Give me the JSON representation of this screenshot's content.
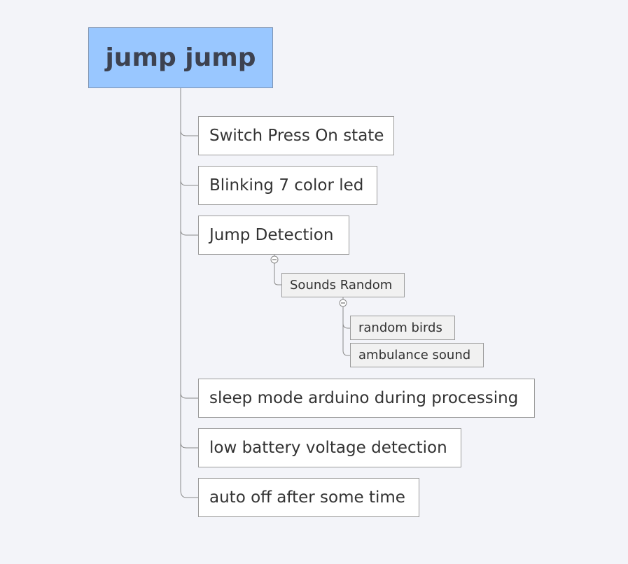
{
  "mindmap": {
    "root": {
      "label": "jump jump"
    },
    "branches": [
      {
        "label": "Switch Press On state"
      },
      {
        "label": "Blinking 7 color led"
      },
      {
        "label": "Jump Detection",
        "collapsible": true,
        "children": [
          {
            "label": "Sounds Random",
            "collapsible": true,
            "children": [
              {
                "label": "random birds"
              },
              {
                "label": "ambulance sound"
              }
            ]
          }
        ]
      },
      {
        "label": "sleep mode arduino during processing"
      },
      {
        "label": "low battery voltage detection"
      },
      {
        "label": "auto off after some time"
      }
    ]
  },
  "colors": {
    "background": "#f3f4f9",
    "root_fill": "#99c7ff",
    "node_fill": "#ffffff",
    "subnode_fill": "#f1f1f1",
    "connector": "#8a8a8a"
  },
  "icons": {
    "collapse": "minus-circle-icon"
  }
}
